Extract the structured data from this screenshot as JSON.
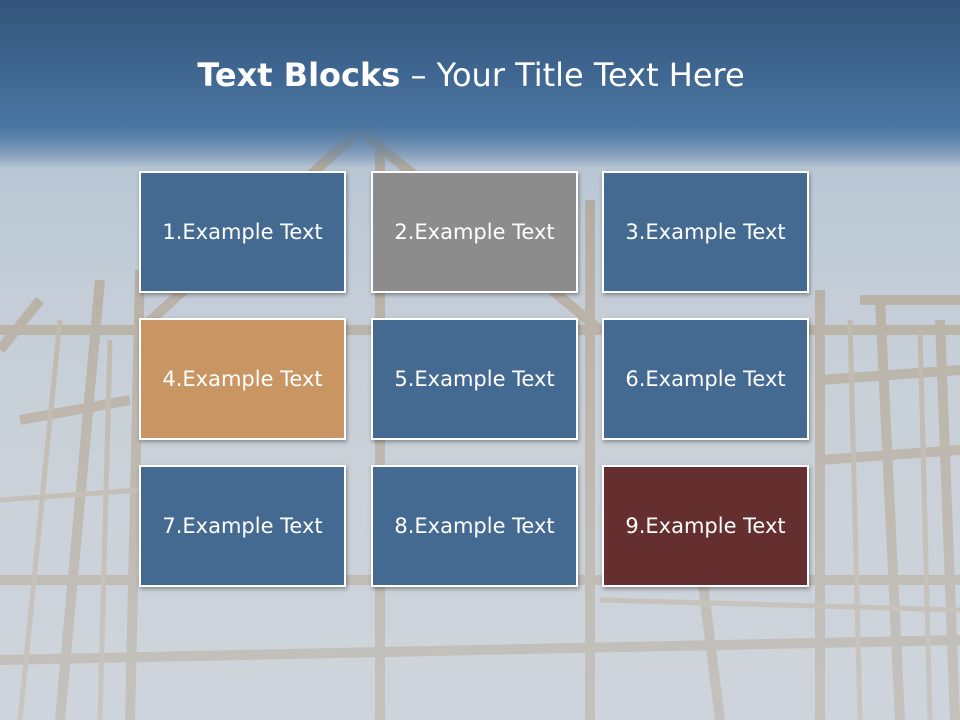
{
  "title": {
    "bold": "Text Blocks",
    "dash": " – ",
    "rest": "Your Title Text Here"
  },
  "blocks": [
    {
      "label": "1.Example Text",
      "color": "#446a92"
    },
    {
      "label": "2.Example Text",
      "color": "#8c8c8c"
    },
    {
      "label": "3.Example Text",
      "color": "#446a92"
    },
    {
      "label": "4.Example Text",
      "color": "#c99563"
    },
    {
      "label": "5.Example Text",
      "color": "#446a92"
    },
    {
      "label": "6.Example Text",
      "color": "#446a92"
    },
    {
      "label": "7.Example Text",
      "color": "#446a92"
    },
    {
      "label": "8.Example Text",
      "color": "#446a92"
    },
    {
      "label": "9.Example Text",
      "color": "#652f30"
    }
  ]
}
